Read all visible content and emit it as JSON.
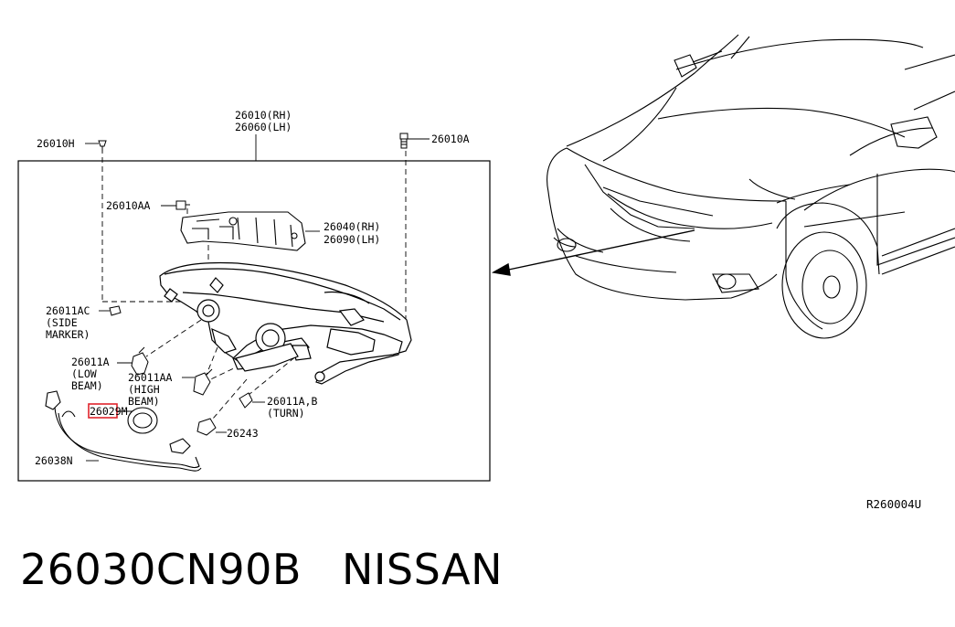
{
  "parts": {
    "p26010_rh": "26010(RH)",
    "p26060_lh": "26060(LH)",
    "p26010h": "26010H",
    "p26010a": "26010A",
    "p26010aa": "26010AA",
    "p26040_rh": "26040(RH)",
    "p26090_lh": "26090(LH)",
    "p26011ac": "26011AC",
    "side_l1": "(SIDE",
    "side_l2": "MARKER)",
    "p26011a": "26011A",
    "low_l1": "(LOW",
    "low_l2": "BEAM)",
    "p26011aa": "26011AA",
    "high_l1": "(HIGH",
    "high_l2": "BEAM)",
    "p26029m": "26029M",
    "p26011ab": "26011A,B",
    "turn": "(TURN)",
    "p26243": "26243",
    "p26038n": "26038N"
  },
  "diagram_ref": "R260004U",
  "part_number": "26030CN90B",
  "brand": "NISSAN",
  "highlight_color": "#e0242c"
}
